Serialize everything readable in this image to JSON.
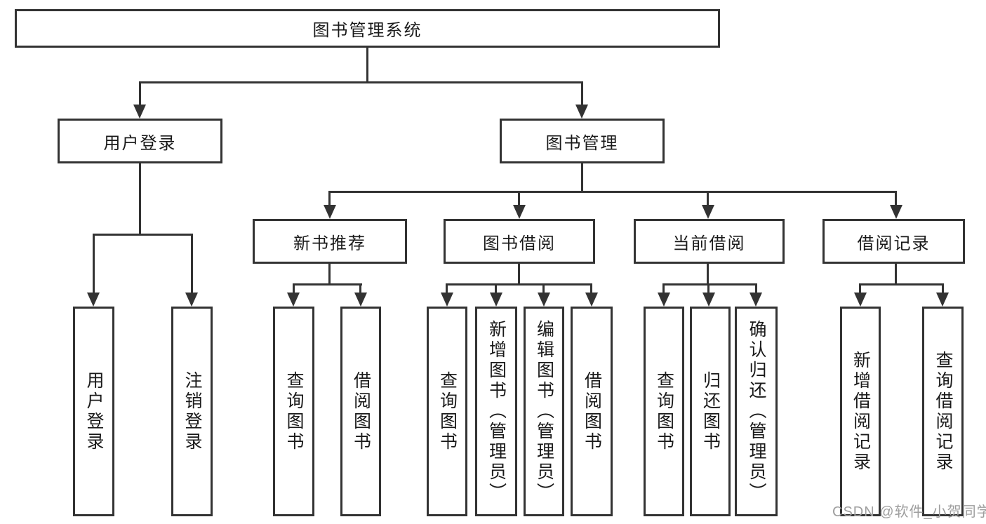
{
  "diagram": {
    "root": {
      "label": "图书管理系统"
    },
    "level1": [
      {
        "label": "用户登录"
      },
      {
        "label": "图书管理"
      }
    ],
    "level2": [
      {
        "label": "新书推荐"
      },
      {
        "label": "图书借阅"
      },
      {
        "label": "当前借阅"
      },
      {
        "label": "借阅记录"
      }
    ],
    "leaves": {
      "user_login": [
        "用户登录",
        "注销登录"
      ],
      "new_book_rec": [
        "查询图书",
        "借阅图书"
      ],
      "book_borrow": [
        "查询图书",
        "新增图书（管理员）",
        "编辑图书（管理员）",
        "借阅图书"
      ],
      "current_borrow": [
        "查询图书",
        "归还图书",
        "确认归还（管理员）"
      ],
      "borrow_records": [
        "新增借阅记录",
        "查询借阅记录"
      ]
    }
  },
  "watermark": {
    "text": "CSDN @软件_小贺同学"
  },
  "colors": {
    "line": "#333333",
    "box_background": "#ffffff",
    "text": "#1a1a1a",
    "watermark": "#9e9e9e",
    "page_background": "#ffffff"
  }
}
